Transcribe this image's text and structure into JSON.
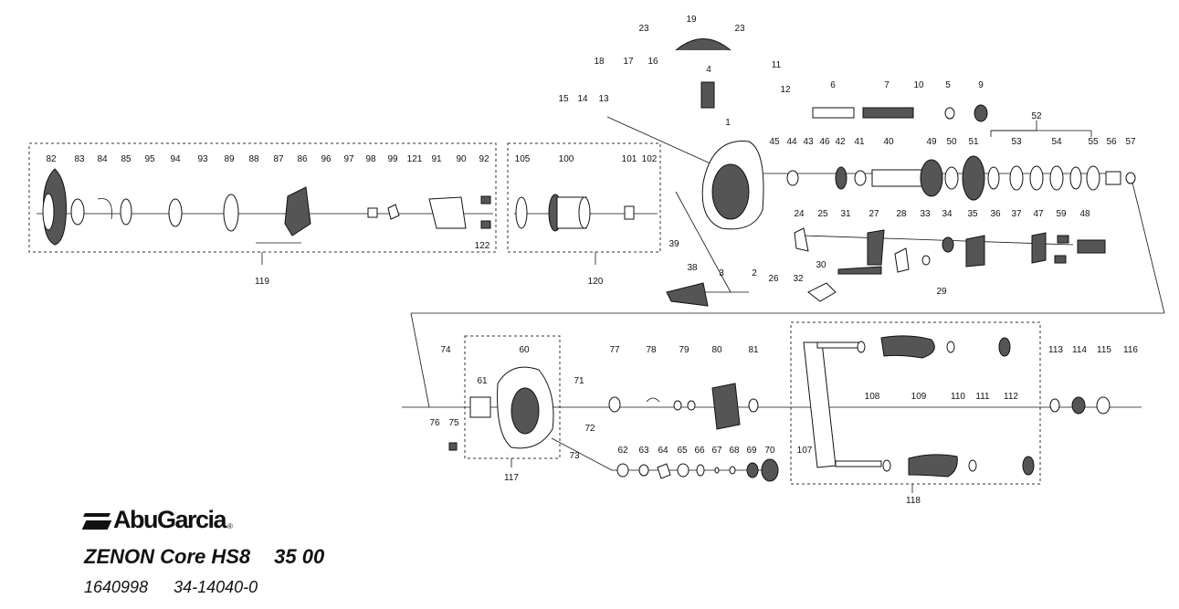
{
  "brand": {
    "name": "AbuGarcia",
    "reg": "®"
  },
  "model": {
    "name": "ZENON Core HS8",
    "code": "35 00"
  },
  "codes": {
    "part": "1640998",
    "ref": "34-14040-0"
  },
  "groups": [
    "119",
    "120",
    "117",
    "118"
  ],
  "labels": {
    "p1": "1",
    "p2": "2",
    "p3": "3",
    "p4": "4",
    "p5": "5",
    "p6": "6",
    "p7": "7",
    "p9": "9",
    "p10": "10",
    "p11": "11",
    "p12": "12",
    "p13": "13",
    "p14": "14",
    "p15": "15",
    "p16": "16",
    "p17": "17",
    "p18": "18",
    "p19": "19",
    "p23a": "23",
    "p23b": "23",
    "p24": "24",
    "p25": "25",
    "p26": "26",
    "p27": "27",
    "p28": "28",
    "p29": "29",
    "p30": "30",
    "p31": "31",
    "p32": "32",
    "p33": "33",
    "p34": "34",
    "p35": "35",
    "p36": "36",
    "p37": "37",
    "p38": "38",
    "p39": "39",
    "p40": "40",
    "p41": "41",
    "p42": "42",
    "p43": "43",
    "p44": "44",
    "p45": "45",
    "p46": "46",
    "p47": "47",
    "p48": "48",
    "p49": "49",
    "p50": "50",
    "p51": "51",
    "p52": "52",
    "p53": "53",
    "p54": "54",
    "p55": "55",
    "p56": "56",
    "p57": "57",
    "p59": "59",
    "p60": "60",
    "p61": "61",
    "p62": "62",
    "p63": "63",
    "p64": "64",
    "p65": "65",
    "p66": "66",
    "p67": "67",
    "p68": "68",
    "p69": "69",
    "p70": "70",
    "p71": "71",
    "p72": "72",
    "p73": "73",
    "p74": "74",
    "p75": "75",
    "p76": "76",
    "p77": "77",
    "p78": "78",
    "p79": "79",
    "p80": "80",
    "p81": "81",
    "p82": "82",
    "p83": "83",
    "p84": "84",
    "p85": "85",
    "p86": "86",
    "p87": "87",
    "p88": "88",
    "p89": "89",
    "p90": "90",
    "p91": "91",
    "p92": "92",
    "p93": "93",
    "p94": "94",
    "p95": "95",
    "p96": "96",
    "p97": "97",
    "p98": "98",
    "p99": "99",
    "p100": "100",
    "p101": "101",
    "p102": "102",
    "p105": "105",
    "p107": "107",
    "p108": "108",
    "p109": "109",
    "p110": "110",
    "p111": "111",
    "p112": "112",
    "p113": "113",
    "p114": "114",
    "p115": "115",
    "p116": "116",
    "p118": "118",
    "p121": "121",
    "p122": "122"
  }
}
